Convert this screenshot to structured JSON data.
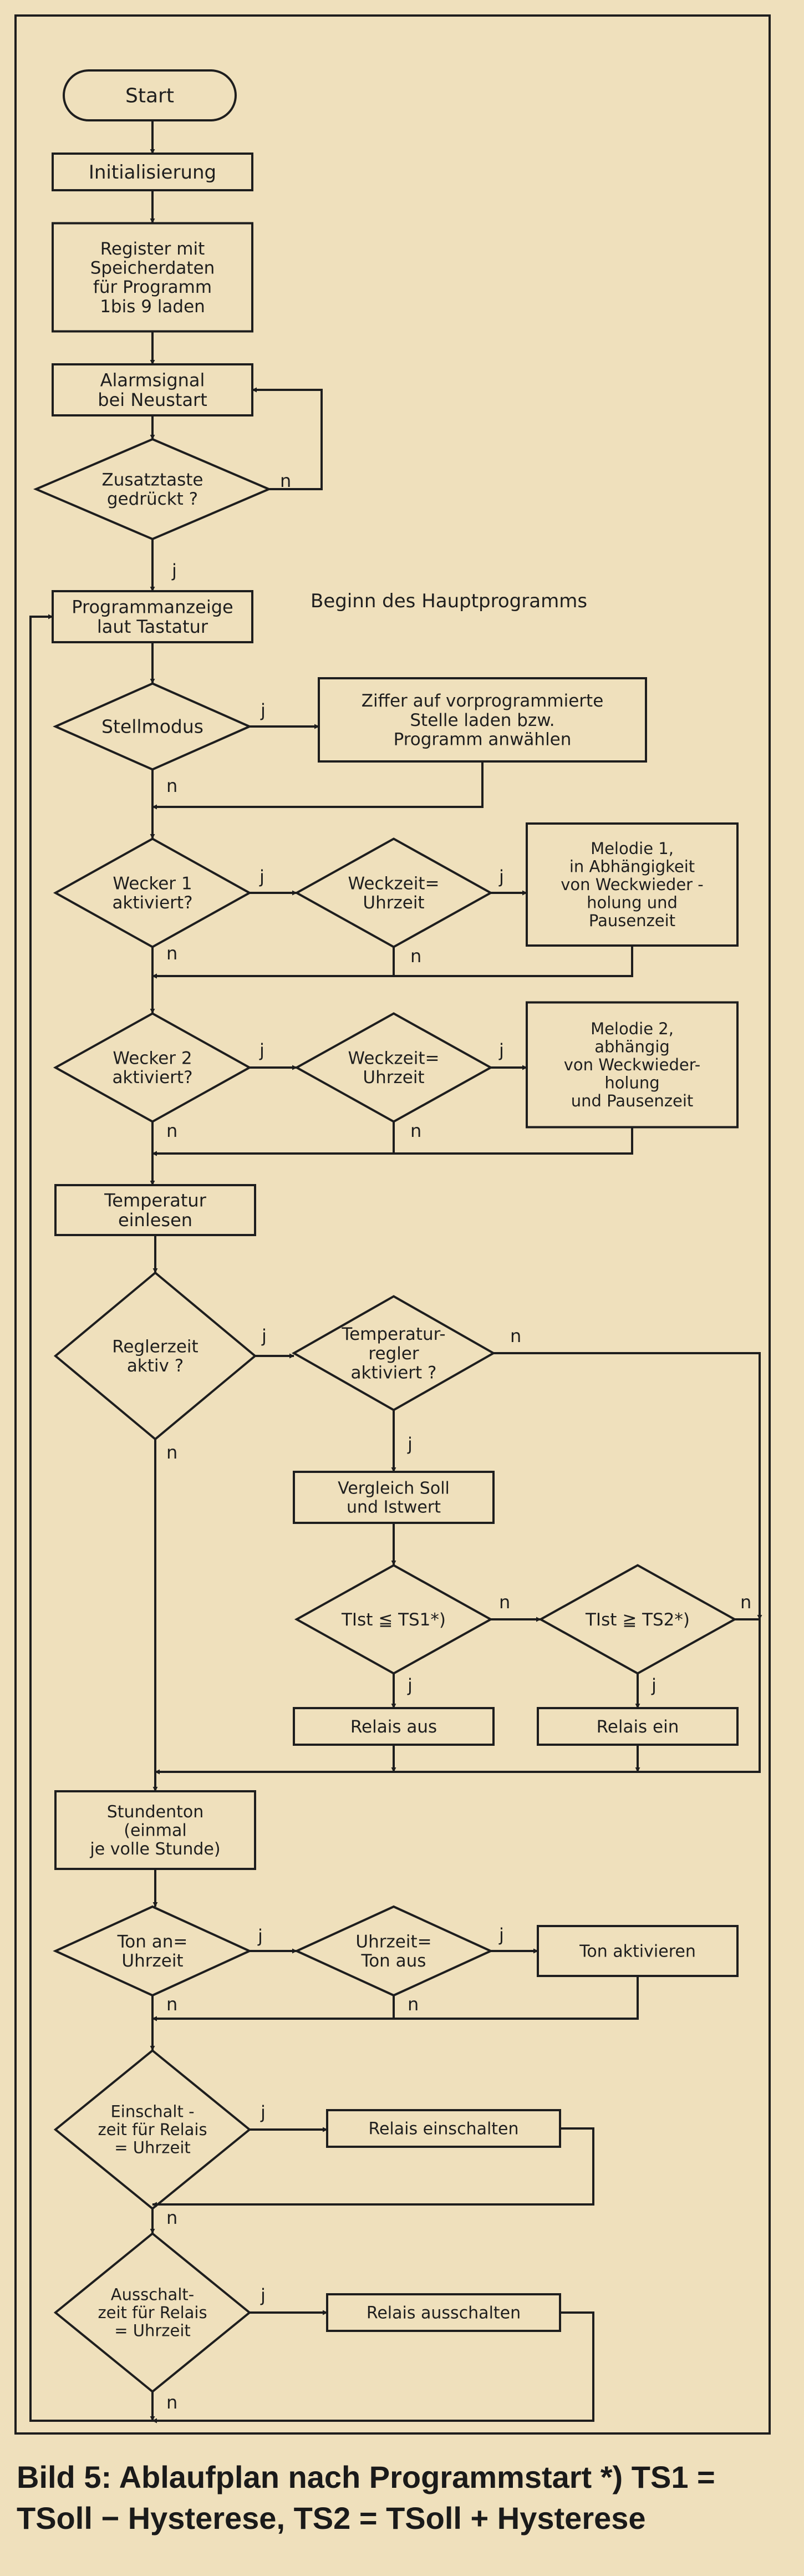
{
  "diagram": {
    "nodes": [
      {
        "id": "start",
        "shape": "terminal",
        "lines": [
          "Start"
        ]
      },
      {
        "id": "init",
        "shape": "process",
        "lines": [
          "Initialisierung"
        ]
      },
      {
        "id": "register",
        "shape": "process",
        "lines": [
          "Register mit",
          "Speicherdaten",
          "für Programm",
          "1bis 9 laden"
        ]
      },
      {
        "id": "alarm",
        "shape": "process",
        "lines": [
          "Alarmsignal",
          "bei Neustart"
        ]
      },
      {
        "id": "zusatz",
        "shape": "decision",
        "lines": [
          "Zusatztaste",
          "gedrückt ?"
        ]
      },
      {
        "id": "progtast",
        "shape": "process",
        "lines": [
          "Programmanzeige",
          "laut Tastatur"
        ]
      },
      {
        "id": "stell",
        "shape": "decision",
        "lines": [
          "Stellmodus"
        ]
      },
      {
        "id": "ziffer",
        "shape": "process",
        "lines": [
          "Ziffer auf vorprogrammierte",
          "Stelle laden bzw.",
          "Programm anwählen"
        ]
      },
      {
        "id": "wecker1",
        "shape": "decision",
        "lines": [
          "Wecker 1",
          "aktiviert?"
        ]
      },
      {
        "id": "weck1",
        "shape": "decision",
        "lines": [
          "Weckzeit=",
          "Uhrzeit"
        ]
      },
      {
        "id": "mel1",
        "shape": "process",
        "lines": [
          "Melodie 1,",
          "in Abhängigkeit",
          "von Weckwieder -",
          "holung und",
          "Pausenzeit"
        ]
      },
      {
        "id": "wecker2",
        "shape": "decision",
        "lines": [
          "Wecker 2",
          "aktiviert?"
        ]
      },
      {
        "id": "weck2",
        "shape": "decision",
        "lines": [
          "Weckzeit=",
          "Uhrzeit"
        ]
      },
      {
        "id": "mel2",
        "shape": "process",
        "lines": [
          "Melodie 2,",
          "abhängig",
          "von Weckwieder-",
          "holung",
          "und Pausenzeit"
        ]
      },
      {
        "id": "temp",
        "shape": "process",
        "lines": [
          "Temperatur",
          "einlesen"
        ]
      },
      {
        "id": "regler",
        "shape": "decision",
        "lines": [
          "Reglerzeit",
          "aktiv ?"
        ]
      },
      {
        "id": "tempreg",
        "shape": "decision",
        "lines": [
          "Temperatur-",
          "regler",
          "aktiviert ?"
        ]
      },
      {
        "id": "vergl",
        "shape": "process",
        "lines": [
          "Vergleich Soll",
          "und Istwert"
        ]
      },
      {
        "id": "tist1",
        "shape": "decision",
        "lines": [
          "TIst ≦ TS1*)"
        ]
      },
      {
        "id": "tist2",
        "shape": "decision",
        "lines": [
          "TIst ≧ TS2*)"
        ]
      },
      {
        "id": "relaus",
        "shape": "process",
        "lines": [
          "Relais aus"
        ]
      },
      {
        "id": "relein",
        "shape": "process",
        "lines": [
          "Relais ein"
        ]
      },
      {
        "id": "stunde",
        "shape": "process",
        "lines": [
          "Stundenton",
          "(einmal",
          "je volle Stunde)"
        ]
      },
      {
        "id": "tonan",
        "shape": "decision",
        "lines": [
          "Ton an=",
          "Uhrzeit"
        ]
      },
      {
        "id": "uhrton",
        "shape": "decision",
        "lines": [
          "Uhrzeit=",
          "Ton aus"
        ]
      },
      {
        "id": "tonakt",
        "shape": "process",
        "lines": [
          "Ton aktivieren"
        ]
      },
      {
        "id": "einsch",
        "shape": "decision",
        "lines": [
          "Einschalt -",
          "zeit für Relais",
          "= Uhrzeit"
        ]
      },
      {
        "id": "relein2",
        "shape": "process",
        "lines": [
          "Relais einschalten"
        ]
      },
      {
        "id": "aussch",
        "shape": "decision",
        "lines": [
          "Ausschalt-",
          "zeit für Relais",
          "= Uhrzeit"
        ]
      },
      {
        "id": "relaus2",
        "shape": "process",
        "lines": [
          "Relais ausschalten"
        ]
      }
    ],
    "annotation": "Beginn des Hauptprogramms",
    "branch_labels": {
      "yes": "j",
      "no": "n"
    }
  },
  "caption": {
    "line1": "Bild 5: Ablaufplan nach Programmstart *) TS1 =",
    "line2": "TSoll − Hysterese, TS2 = TSoll + Hysterese"
  }
}
